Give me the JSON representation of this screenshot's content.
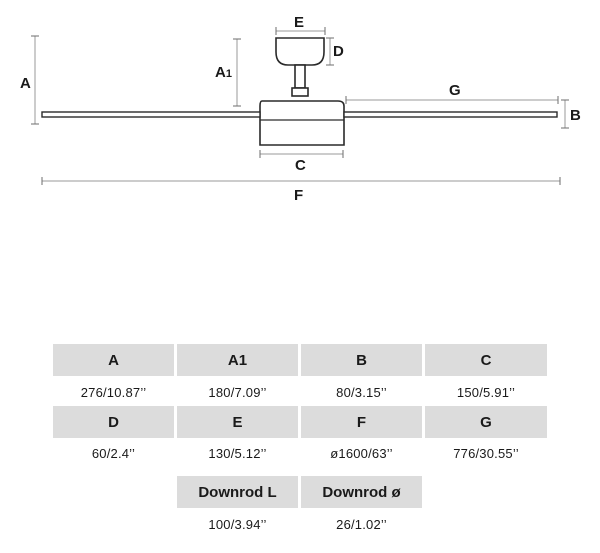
{
  "diagram": {
    "labels": {
      "A": "A",
      "A1": "A1",
      "B": "B",
      "C": "C",
      "D": "D",
      "E": "E",
      "F": "F",
      "G": "G"
    }
  },
  "table": {
    "rows": [
      {
        "headers": [
          "A",
          "A1",
          "B",
          "C"
        ],
        "values": [
          "276/10.87’’",
          "180/7.09’’",
          "80/3.15’’",
          "150/5.91’’"
        ]
      },
      {
        "headers": [
          "D",
          "E",
          "F",
          "G"
        ],
        "values": [
          "60/2.4’’",
          "130/5.12’’",
          "ø1600/63’’",
          "776/30.55’’"
        ]
      },
      {
        "headers": [
          "Downrod L",
          "Downrod ø"
        ],
        "values": [
          "100/3.94’’",
          "26/1.02’’"
        ]
      }
    ]
  }
}
